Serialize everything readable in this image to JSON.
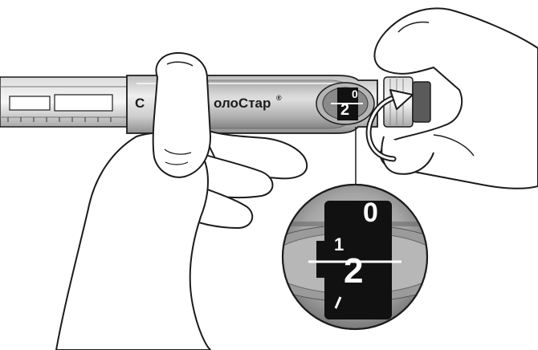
{
  "pen": {
    "brand_left": "С",
    "brand_right": "олоСтар",
    "registered_mark": "®",
    "window_dose": {
      "lower": "2",
      "upper": "0"
    }
  },
  "magnifier": {
    "dose_large": "2",
    "dose_small": "1",
    "dose_top": "0"
  },
  "colors": {
    "outline": "#1c1c1c",
    "pen_body": "#d9d9d9",
    "pen_shade": "#9a9a9a",
    "dose_window": "#111111"
  },
  "icons": {
    "rotation": "curved-arrow-icon"
  }
}
